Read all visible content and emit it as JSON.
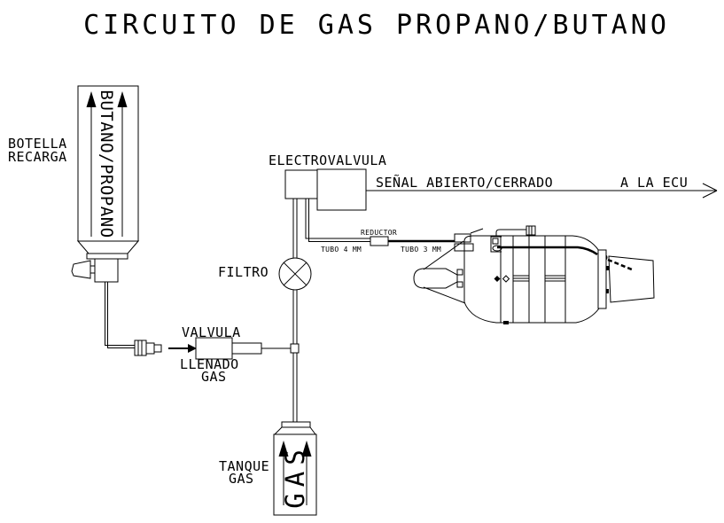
{
  "title": "CIRCUITO DE GAS PROPANO/BUTANO",
  "colors": {
    "ink": "#000000",
    "background": "#ffffff"
  },
  "bottle": {
    "label_line1": "BOTELLA",
    "label_line2": "RECARGA",
    "content_text": "BUTANO/PROPANO"
  },
  "electrovalve": {
    "label": "ELECTROVALVULA"
  },
  "signal": {
    "label": "SEÑAL ABIERTO/CERRADO",
    "destination": "A LA ECU"
  },
  "gas_line": {
    "reducer_label": "REDUCTOR",
    "tube_before_label": "TUBO 4 MM",
    "tube_after_label": "TUBO 3 MM"
  },
  "filter": {
    "label": "FILTRO"
  },
  "fill_valve": {
    "label_line1": "VALVULA",
    "label_line2": "LLENADO",
    "label_line3": "GAS"
  },
  "tank": {
    "label_line1": "TANQUE",
    "label_line2": "GAS",
    "content_text": "GAS"
  }
}
